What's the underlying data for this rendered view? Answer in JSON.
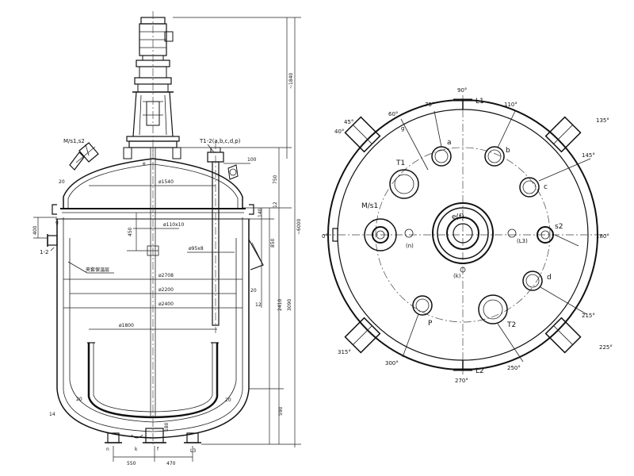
{
  "side_view": {
    "dims_vertical_right": [
      "~1840",
      "750",
      "12",
      "~6000",
      "850",
      "2410",
      "3090",
      "590",
      "140",
      "20",
      "20"
    ],
    "dims_horizontal": [
      "ø1540",
      "ø110x10",
      "ø95x8",
      "ø2708",
      "ø2200",
      "ø2400",
      "ø1800",
      "550",
      "470",
      "100"
    ],
    "small_dims": [
      "450",
      "400",
      "20",
      "180",
      "14",
      "12",
      "20"
    ],
    "nozzle_labels": [
      "M/s1,s2",
      "T1-2(a,b,c,d,p)",
      "e",
      "g",
      "1-2",
      "n",
      "k",
      "f",
      "L3"
    ],
    "annotation": "夹套保温层"
  },
  "top_view": {
    "angles": [
      "90°",
      "75°",
      "60°",
      "45°",
      "40°",
      "110°",
      "135°",
      "145°",
      "0°",
      "180°",
      "215°",
      "225°",
      "250°",
      "270°",
      "300°",
      "315°"
    ],
    "nozzles": [
      "L1",
      "L2",
      "T1",
      "T2",
      "M/s1",
      "s2",
      "a",
      "b",
      "c",
      "d",
      "P",
      "e(f)",
      "(n)",
      "(L3)",
      "(k)",
      "g"
    ]
  }
}
